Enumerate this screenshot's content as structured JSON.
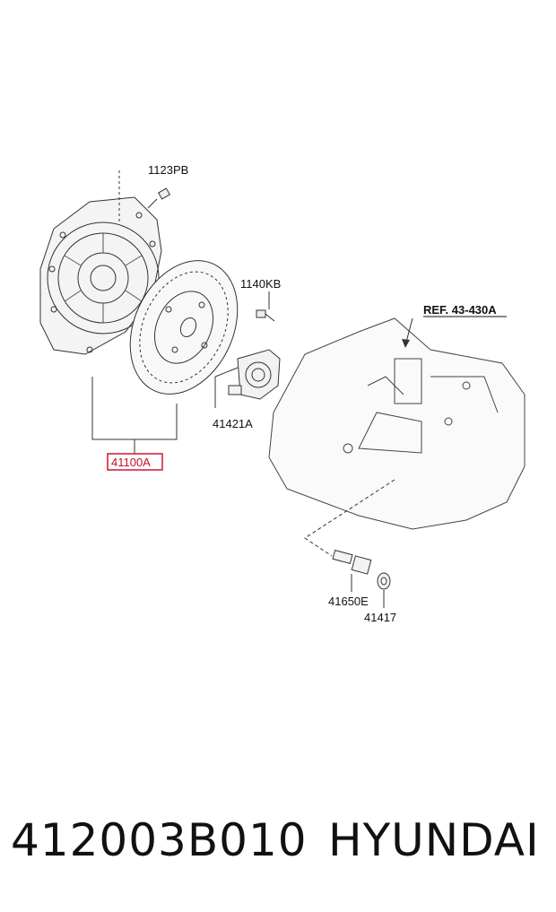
{
  "diagram": {
    "labels": {
      "bolt_top": "1123PB",
      "bolt_right": "1140KB",
      "reference": "REF. 43-430A",
      "release_bearing": "41421A",
      "clutch_assembly": "41100A",
      "sensor": "41650E",
      "washer": "41417"
    },
    "highlight_color": "#d2142d"
  },
  "footer": {
    "part_number": "412003B010",
    "brand": "HYUNDAI"
  }
}
